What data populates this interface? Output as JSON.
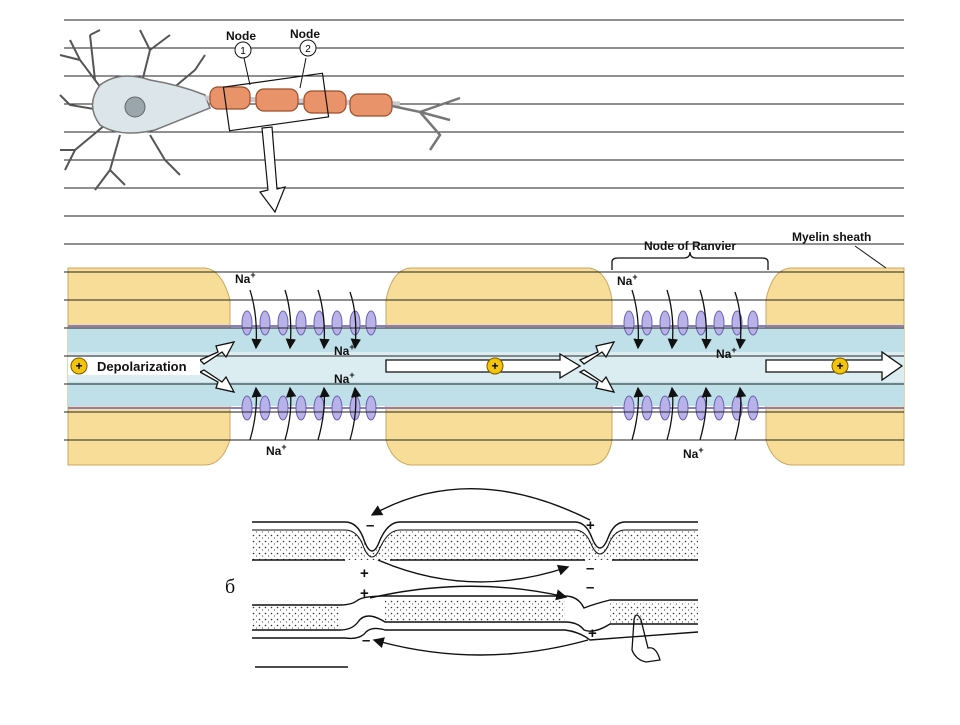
{
  "figure": {
    "neuron": {
      "node_1_label": "Node",
      "node_1_number": "1",
      "node_2_label": "Node",
      "node_2_number": "2"
    },
    "axon": {
      "depolarization_label": "Depolarization",
      "node_of_ranvier_label": "Node of Ranvier",
      "myelin_sheath_label": "Myelin sheath",
      "ion_label": "Na",
      "ion_charge": "+",
      "plus_symbol": "+"
    },
    "lower_panel": {
      "panel_letter": "б",
      "plus": "+",
      "minus": "–"
    },
    "colors": {
      "myelin": "#f7dd98",
      "axoplasm": "#bfe0e8",
      "channel": "#b8b2e8",
      "membrane": "#8a7fc4",
      "plus_marker": "#f2c40c",
      "neuron_segment": "#e9936a"
    }
  }
}
